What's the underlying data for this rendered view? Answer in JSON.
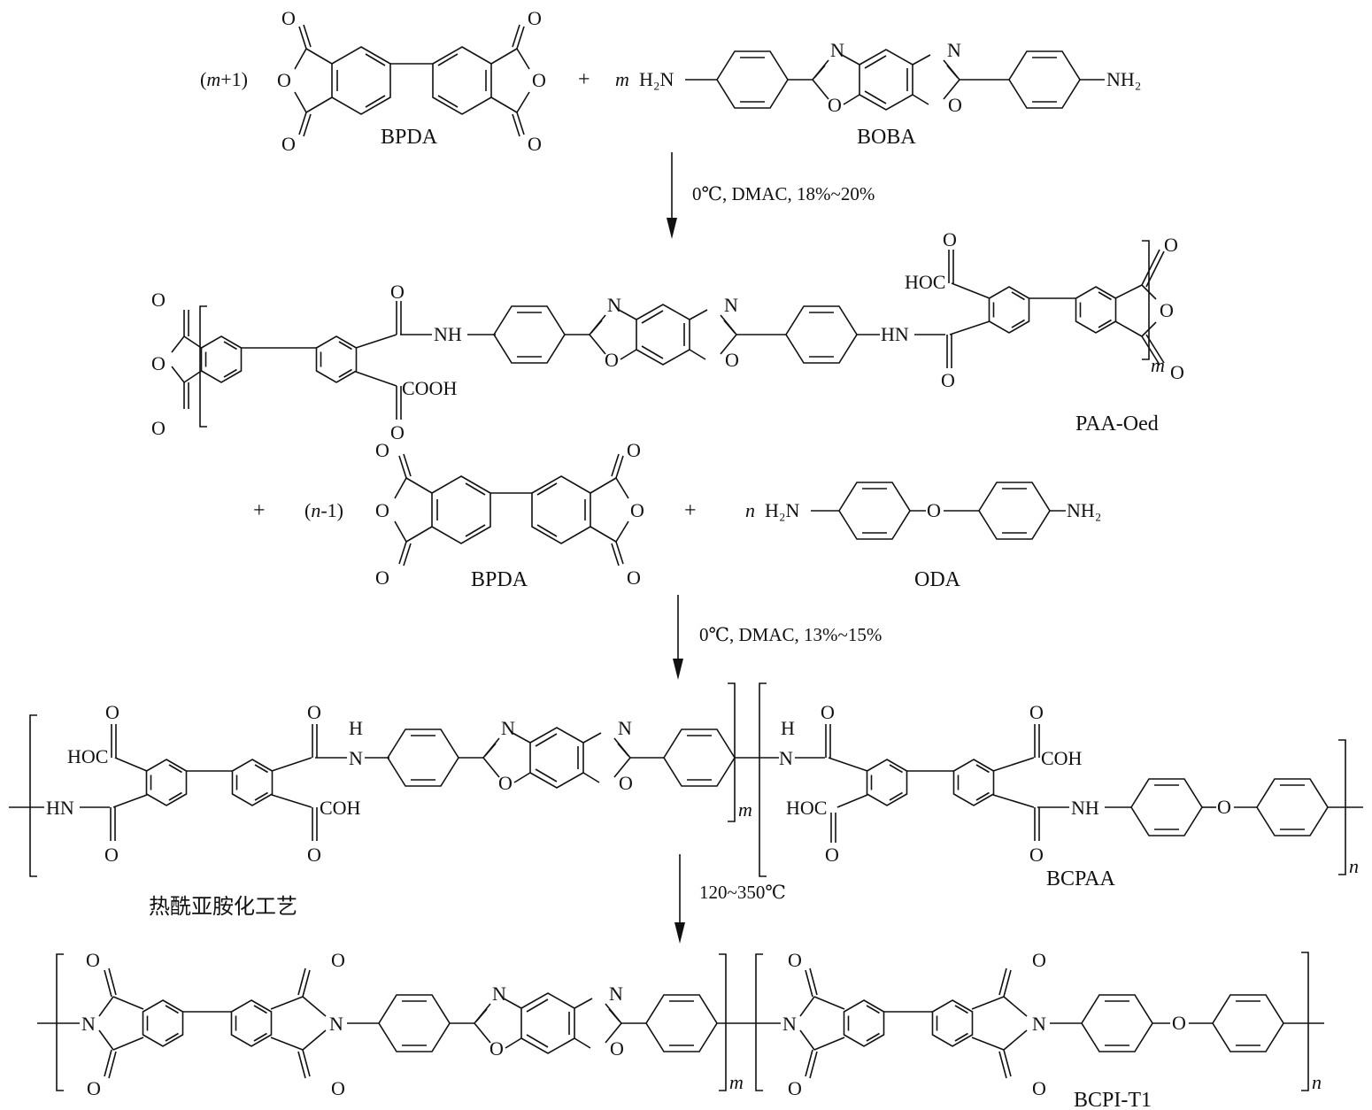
{
  "reactants_1": {
    "coef_bpda": "(m+1)",
    "plus": "+",
    "coef_boba": "m",
    "bpda_label": "BPDA",
    "boba_label": "BOBA"
  },
  "step_1": {
    "conditions": "0℃, DMAC, 18%~20%"
  },
  "intermediate": {
    "label": "PAA-Oed",
    "subscript": "m"
  },
  "reactants_2": {
    "plus": "+",
    "coef_bpda": "(n-1)",
    "coef_oda": "n",
    "bpda_label": "BPDA",
    "oda_label": "ODA"
  },
  "step_2": {
    "conditions": "0℃, DMAC, 13%~15%"
  },
  "copolymer_acid": {
    "label": "BCPAA",
    "sub_m": "m",
    "sub_n": "n"
  },
  "step_3": {
    "conditions": "120~350℃",
    "process_note": "热酰亚胺化工艺"
  },
  "copolyimide": {
    "label": "BCPI-T1",
    "sub_m": "m",
    "sub_n": "n"
  },
  "atoms": {
    "O": "O",
    "N": "N",
    "H": "H",
    "H2N": "H₂N",
    "NH2": "NH₂",
    "NH": "NH",
    "HN": "HN",
    "COOH": "COOH",
    "HOC": "HOC",
    "COH": "COH"
  }
}
